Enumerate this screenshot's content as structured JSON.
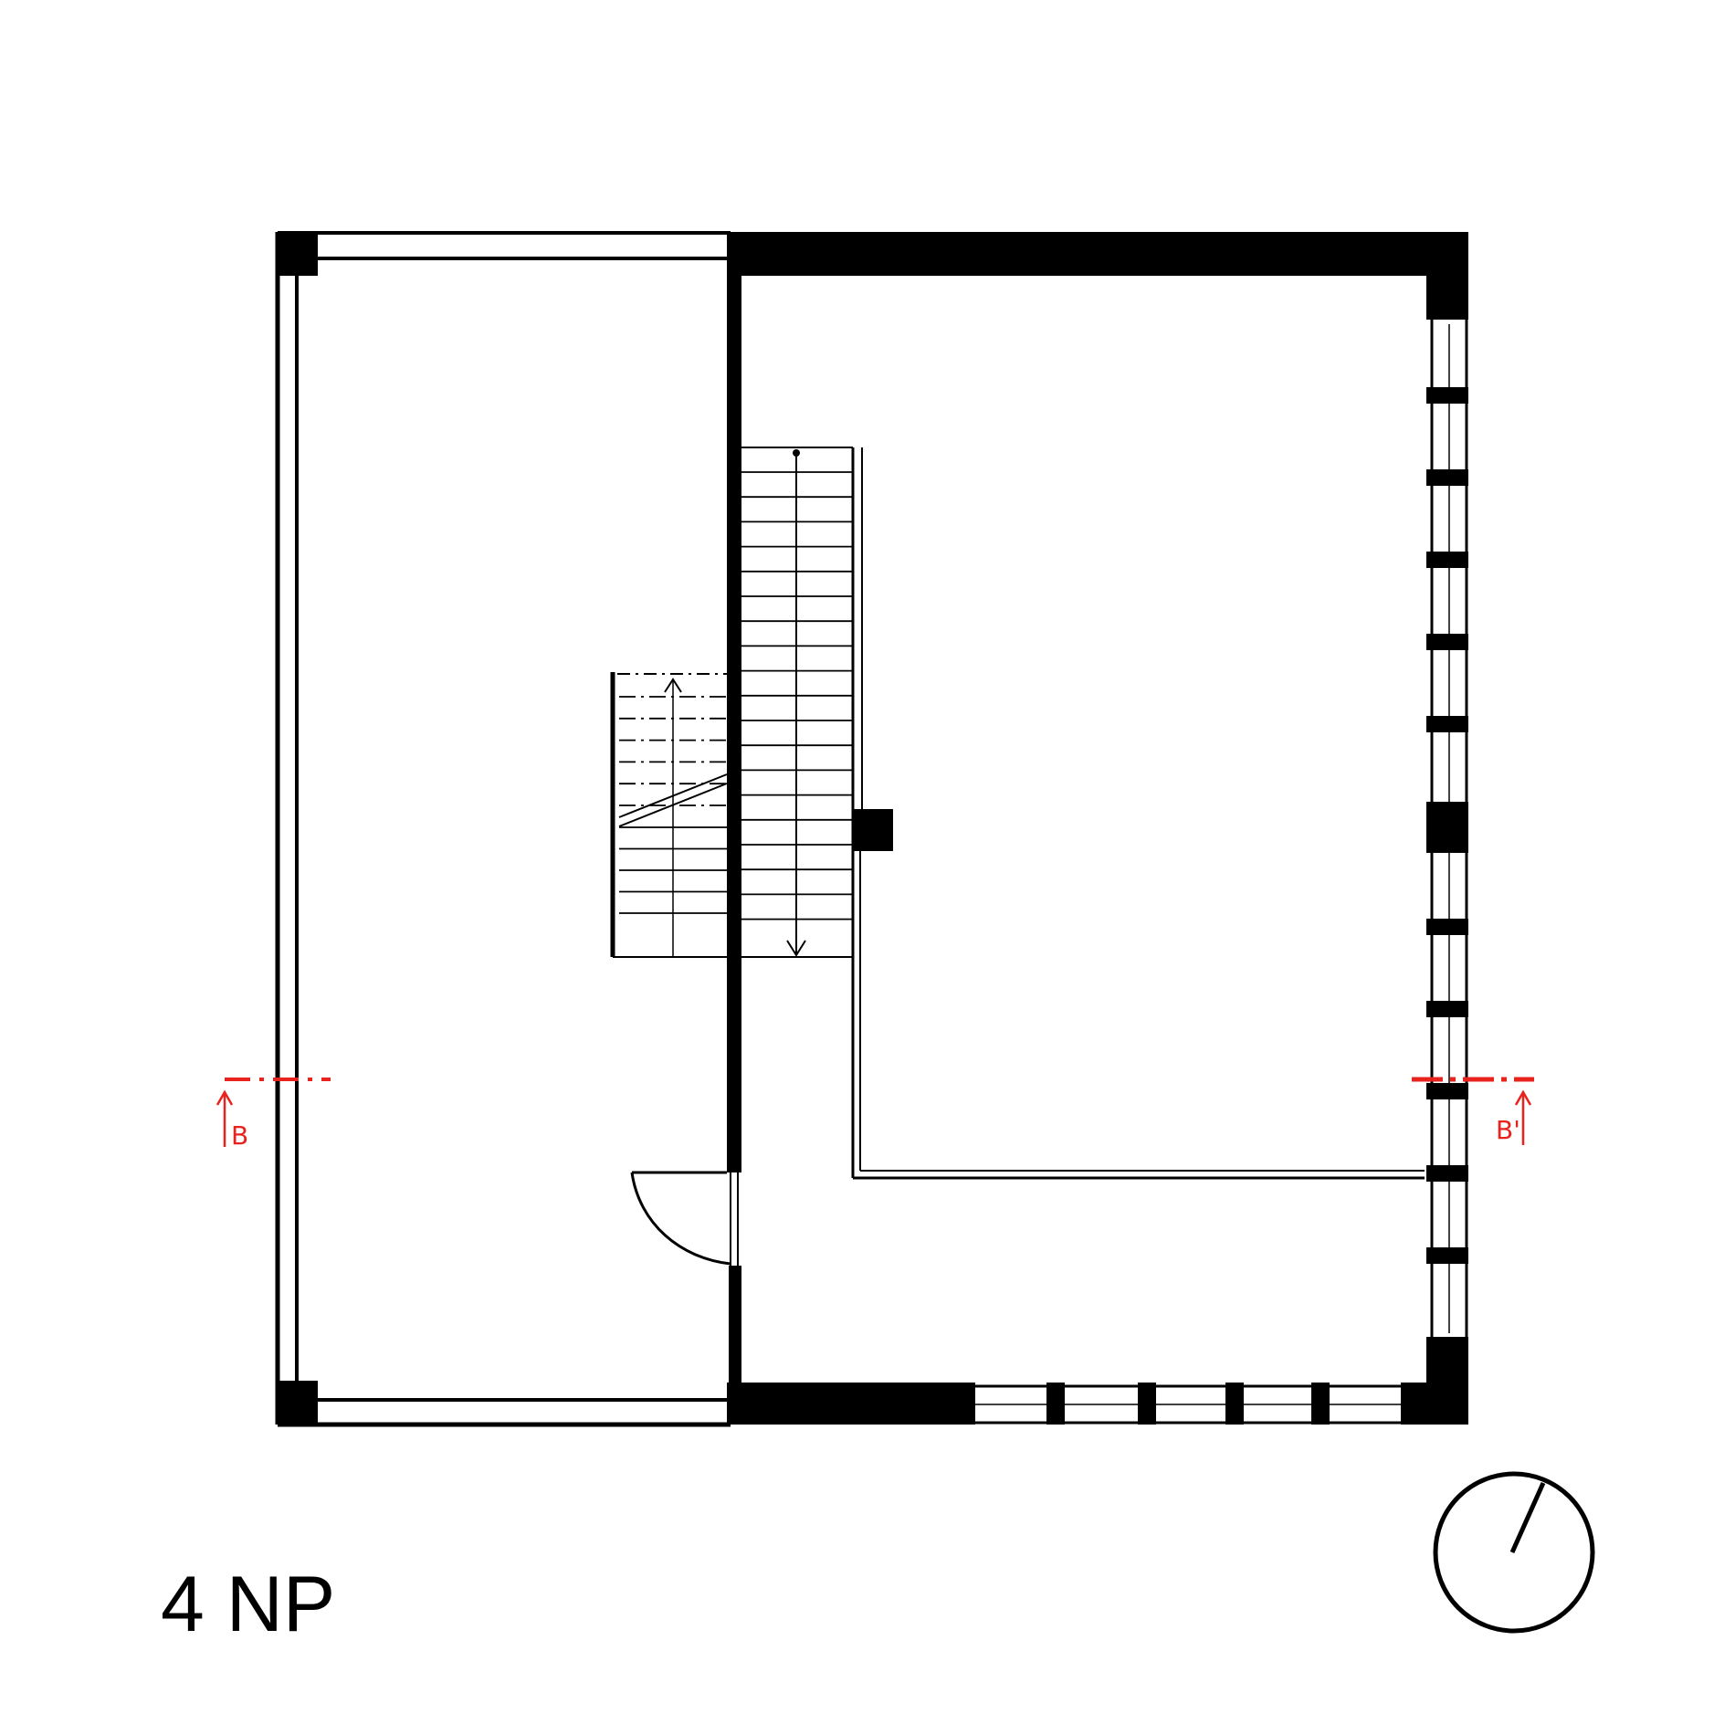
{
  "drawing": {
    "floor_label": "4 NP",
    "section_marker_left": "B",
    "section_marker_right": "B'",
    "colors": {
      "ink": "#000000",
      "section_line": "#e8231d",
      "paper": "#ffffff"
    }
  },
  "north_arrow": {
    "icon": "north-arrow-icon"
  }
}
